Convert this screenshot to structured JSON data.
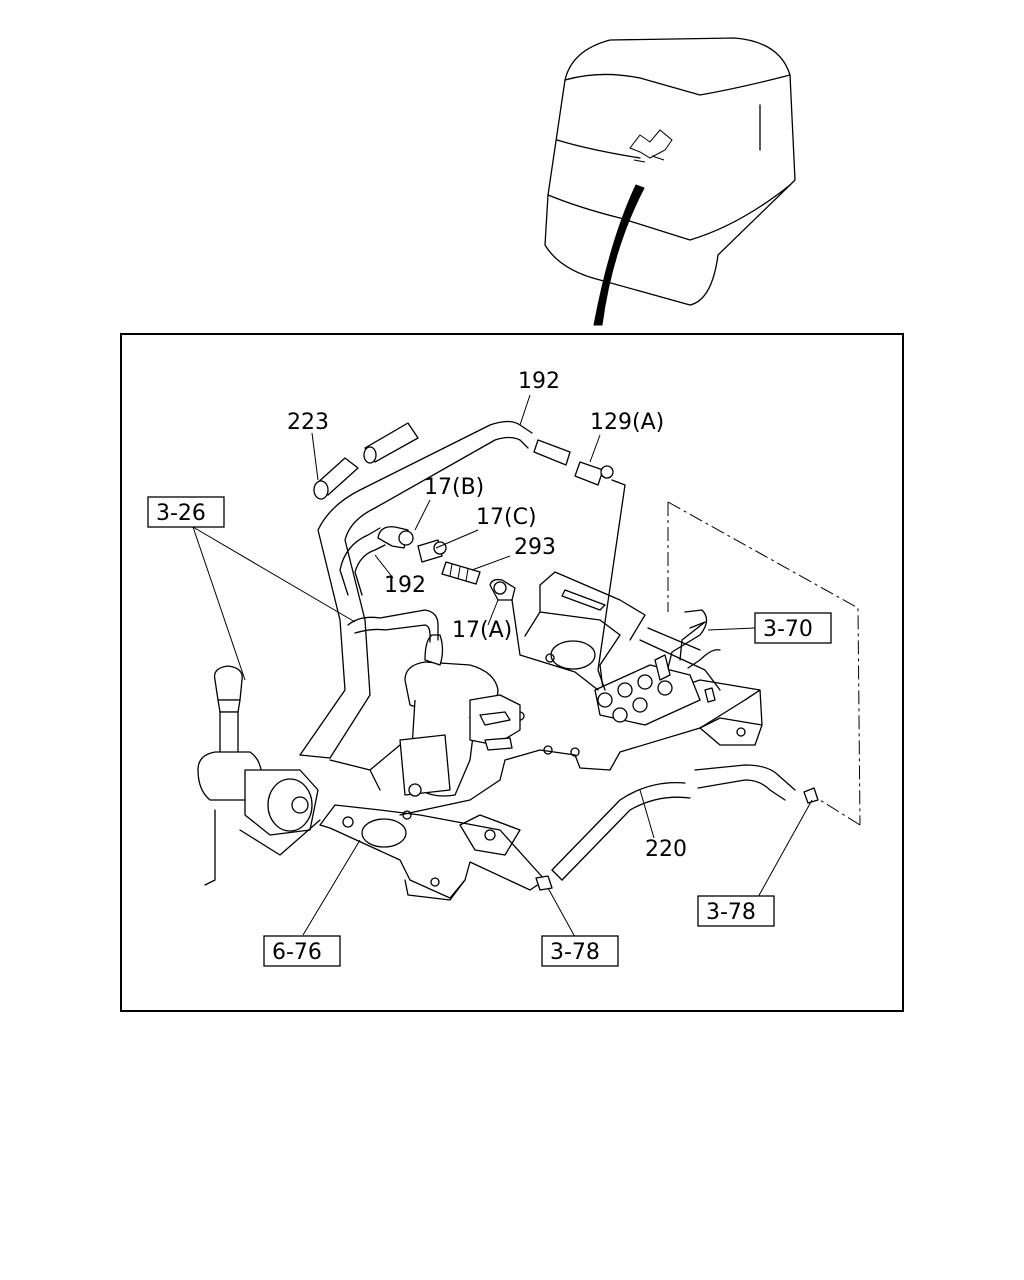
{
  "labels": {
    "p223": "223",
    "p192_top": "192",
    "p129a": "129(A)",
    "p17b": "17(B)",
    "p17c": "17(C)",
    "p293": "293",
    "p192_mid": "192",
    "p17a": "17(A)",
    "p220": "220"
  },
  "refs": {
    "r326": "3-26",
    "r370": "3-70",
    "r378_right": "3-78",
    "r378_bottom": "3-78",
    "r676": "6-76"
  }
}
